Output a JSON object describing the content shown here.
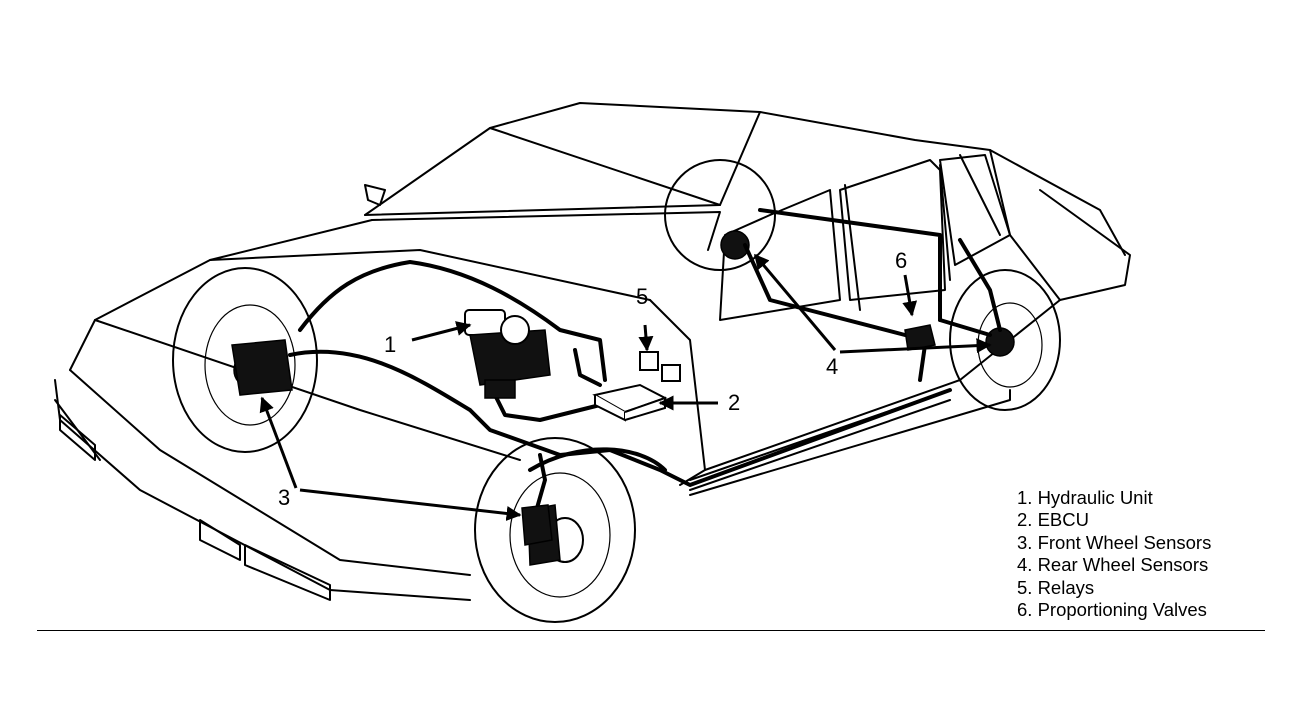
{
  "callouts": {
    "c1": "1",
    "c2": "2",
    "c3": "3",
    "c4": "4",
    "c5": "5",
    "c6": "6"
  },
  "legend": [
    "1. Hydraulic Unit",
    "2. EBCU",
    "3. Front Wheel Sensors",
    "4. Rear Wheel Sensors",
    "5. Relays",
    "6. Proportioning Valves"
  ]
}
